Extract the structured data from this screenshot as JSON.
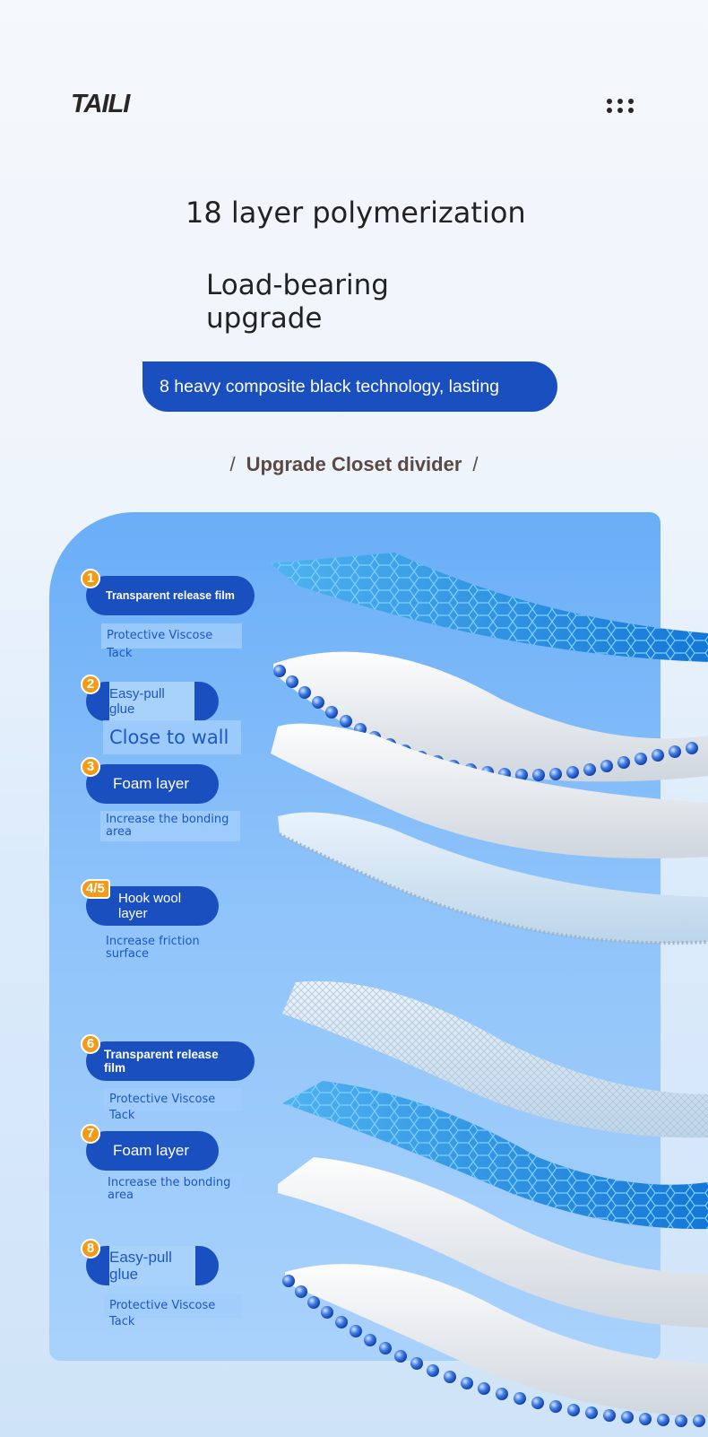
{
  "header": {
    "brand": "TAILI",
    "menu_icon": "dots-grid-icon"
  },
  "headline": {
    "title": "18 layer polymerization",
    "subtitle": "Load-bearing upgrade",
    "pill": "8 heavy composite black technology, lasting"
  },
  "section_title": "Upgrade Closet divider",
  "section_slash": "/",
  "colors": {
    "accent": "#1a4fbf",
    "badge": "#f39a17",
    "panel": "#8ec3fa"
  },
  "layers": [
    {
      "num": "1",
      "label": "Transparent release film",
      "desc": "Protective Viscose Tack"
    },
    {
      "num": "2",
      "label": "Easy-pull glue",
      "desc": "Close to wall"
    },
    {
      "num": "3",
      "label": "Foam layer",
      "desc": "Increase the bonding area"
    },
    {
      "num": "4/5",
      "label": "Hook wool layer",
      "desc": "Increase friction surface"
    },
    {
      "num": "6",
      "label": "Transparent release film",
      "desc": "Protective Viscose Tack"
    },
    {
      "num": "7",
      "label": "Foam layer",
      "desc": "Increase the bonding area"
    },
    {
      "num": "8",
      "label": "Easy-pull glue",
      "desc": "Protective Viscose Tack"
    }
  ]
}
